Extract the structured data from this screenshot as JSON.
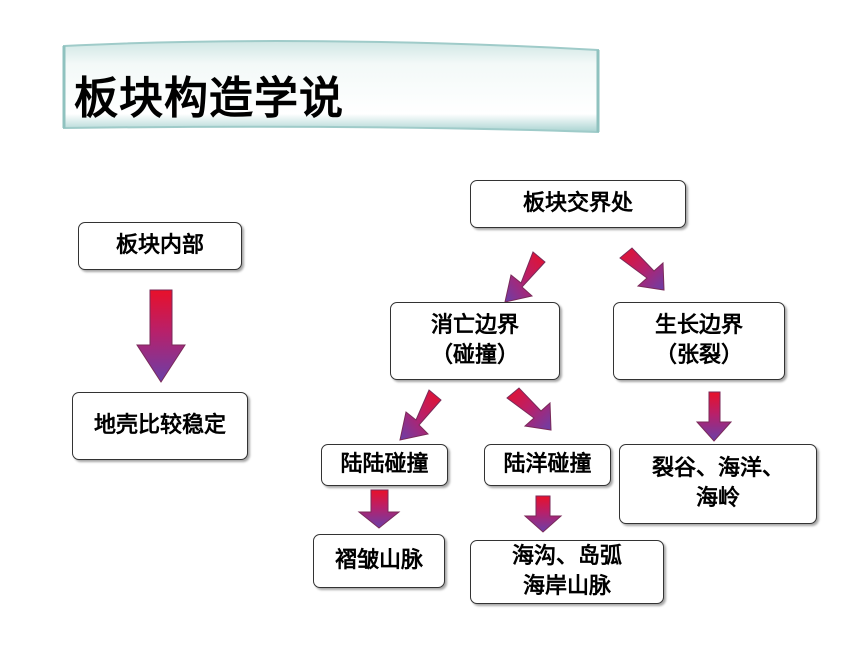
{
  "title": "板块构造学说",
  "boxes": {
    "plate_interior": "板块内部",
    "stable_crust": "地壳比较稳定",
    "plate_boundary": "板块交界处",
    "destructive": "消亡边界\n（碰撞）",
    "constructive": "生长边界\n（张裂）",
    "continent_continent": "陆陆碰撞",
    "continent_ocean": "陆洋碰撞",
    "fold_mountains": "褶皱山脉",
    "trench_arc": "海沟、岛弧\n海岸山脉",
    "rift_ridge": "裂谷、海洋、\n海岭"
  },
  "colors": {
    "arrow_top": "#e8102a",
    "arrow_bottom": "#6a3fa8",
    "banner_fill": "#e6f2f1",
    "banner_edge": "#9fcbc9"
  }
}
